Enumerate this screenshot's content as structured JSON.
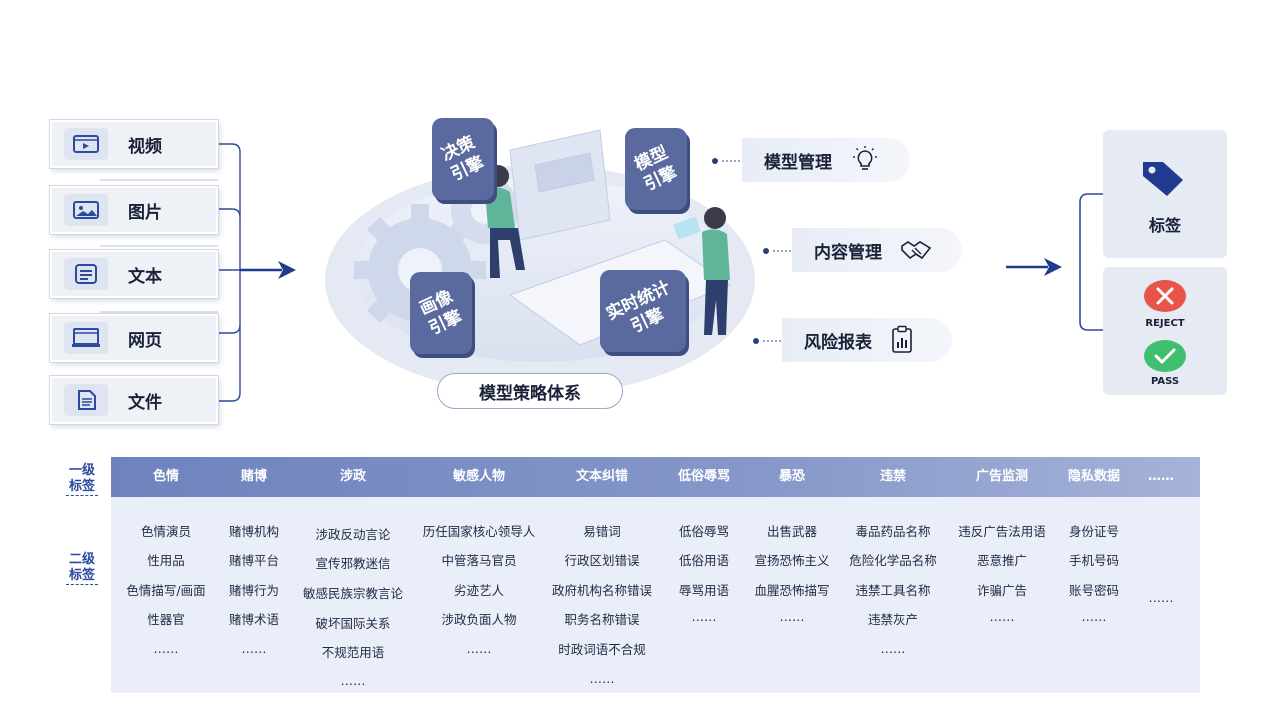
{
  "inputs": [
    {
      "label": "视频",
      "icon": "video-icon"
    },
    {
      "label": "图片",
      "icon": "image-icon"
    },
    {
      "label": "文本",
      "icon": "text-icon"
    },
    {
      "label": "网页",
      "icon": "webpage-icon"
    },
    {
      "label": "文件",
      "icon": "file-icon"
    }
  ],
  "engines": {
    "decision": "决策\n引擎",
    "model": "模型\n引擎",
    "portrait": "画像\n引擎",
    "realtime": "实时统计\n引擎"
  },
  "system_label": "模型策略体系",
  "management": [
    {
      "label": "模型管理",
      "icon": "lightbulb-icon"
    },
    {
      "label": "内容管理",
      "icon": "handshake-icon"
    },
    {
      "label": "风险报表",
      "icon": "report-icon"
    }
  ],
  "output": {
    "tag_label": "标签",
    "reject_label": "REJECT",
    "pass_label": "PASS"
  },
  "colors": {
    "accent": "#1f3a8f",
    "engine": "#5a6a9e",
    "reject": "#e8534a",
    "pass": "#3fbf6f",
    "header": "#7a8ec5",
    "table_body": "#e9eef8"
  },
  "table": {
    "level1_label": "一级\n标签",
    "level2_label": "二级\n标签",
    "columns": [
      {
        "header": "色情",
        "items": [
          "色情演员",
          "性用品",
          "色情描写/画面",
          "性器官",
          "……"
        ]
      },
      {
        "header": "赌博",
        "items": [
          "赌博机构",
          "赌博平台",
          "赌博行为",
          "赌博术语",
          "……"
        ]
      },
      {
        "header": "涉政",
        "items": [
          "涉政反动言论",
          "宣传邪教迷信",
          "敏感民族宗教言论",
          "破坏国际关系",
          "不规范用语",
          "……"
        ]
      },
      {
        "header": "敏感人物",
        "items": [
          "历任国家核心领导人",
          "中管落马官员",
          "劣迹艺人",
          "涉政负面人物",
          "……"
        ]
      },
      {
        "header": "文本纠错",
        "items": [
          "易错词",
          "行政区划错误",
          "政府机构名称错误",
          "职务名称错误",
          "时政词语不合规",
          "……"
        ]
      },
      {
        "header": "低俗辱骂",
        "items": [
          "低俗辱骂",
          "低俗用语",
          "辱骂用语",
          "……"
        ]
      },
      {
        "header": "暴恐",
        "items": [
          "出售武器",
          "宣扬恐怖主义",
          "血腥恐怖描写",
          "……"
        ]
      },
      {
        "header": "违禁",
        "items": [
          "毒品药品名称",
          "危险化学品名称",
          "违禁工具名称",
          "违禁灰产",
          "……"
        ]
      },
      {
        "header": "广告监测",
        "items": [
          "违反广告法用语",
          "恶意推广",
          "诈骗广告",
          "……"
        ]
      },
      {
        "header": "隐私数据",
        "items": [
          "身份证号",
          "手机号码",
          "账号密码",
          "……"
        ]
      },
      {
        "header": "……",
        "items": [
          "……"
        ]
      }
    ]
  }
}
